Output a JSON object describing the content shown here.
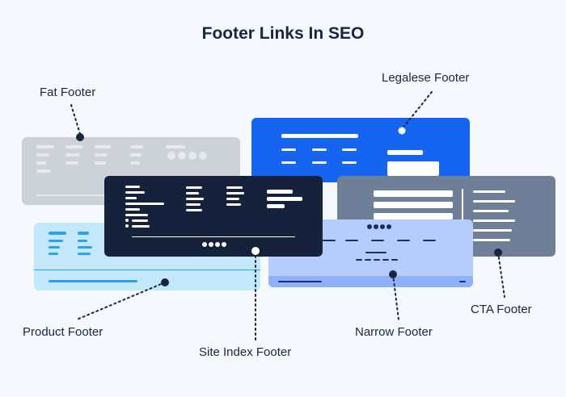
{
  "title": "Footer Links In SEO",
  "labels": {
    "fat": "Fat Footer",
    "legalese": "Legalese Footer",
    "product": "Product Footer",
    "site_index": "Site Index Footer",
    "narrow": "Narrow Footer",
    "cta": "CTA Footer"
  },
  "colors": {
    "fat": "#cdd2d9",
    "legalese": "#1565f0",
    "product": "#c3e8fb",
    "site_index": "#16223c",
    "narrow": "#b6ccfa",
    "cta": "#6f7f98",
    "ink": "#1a2540"
  }
}
